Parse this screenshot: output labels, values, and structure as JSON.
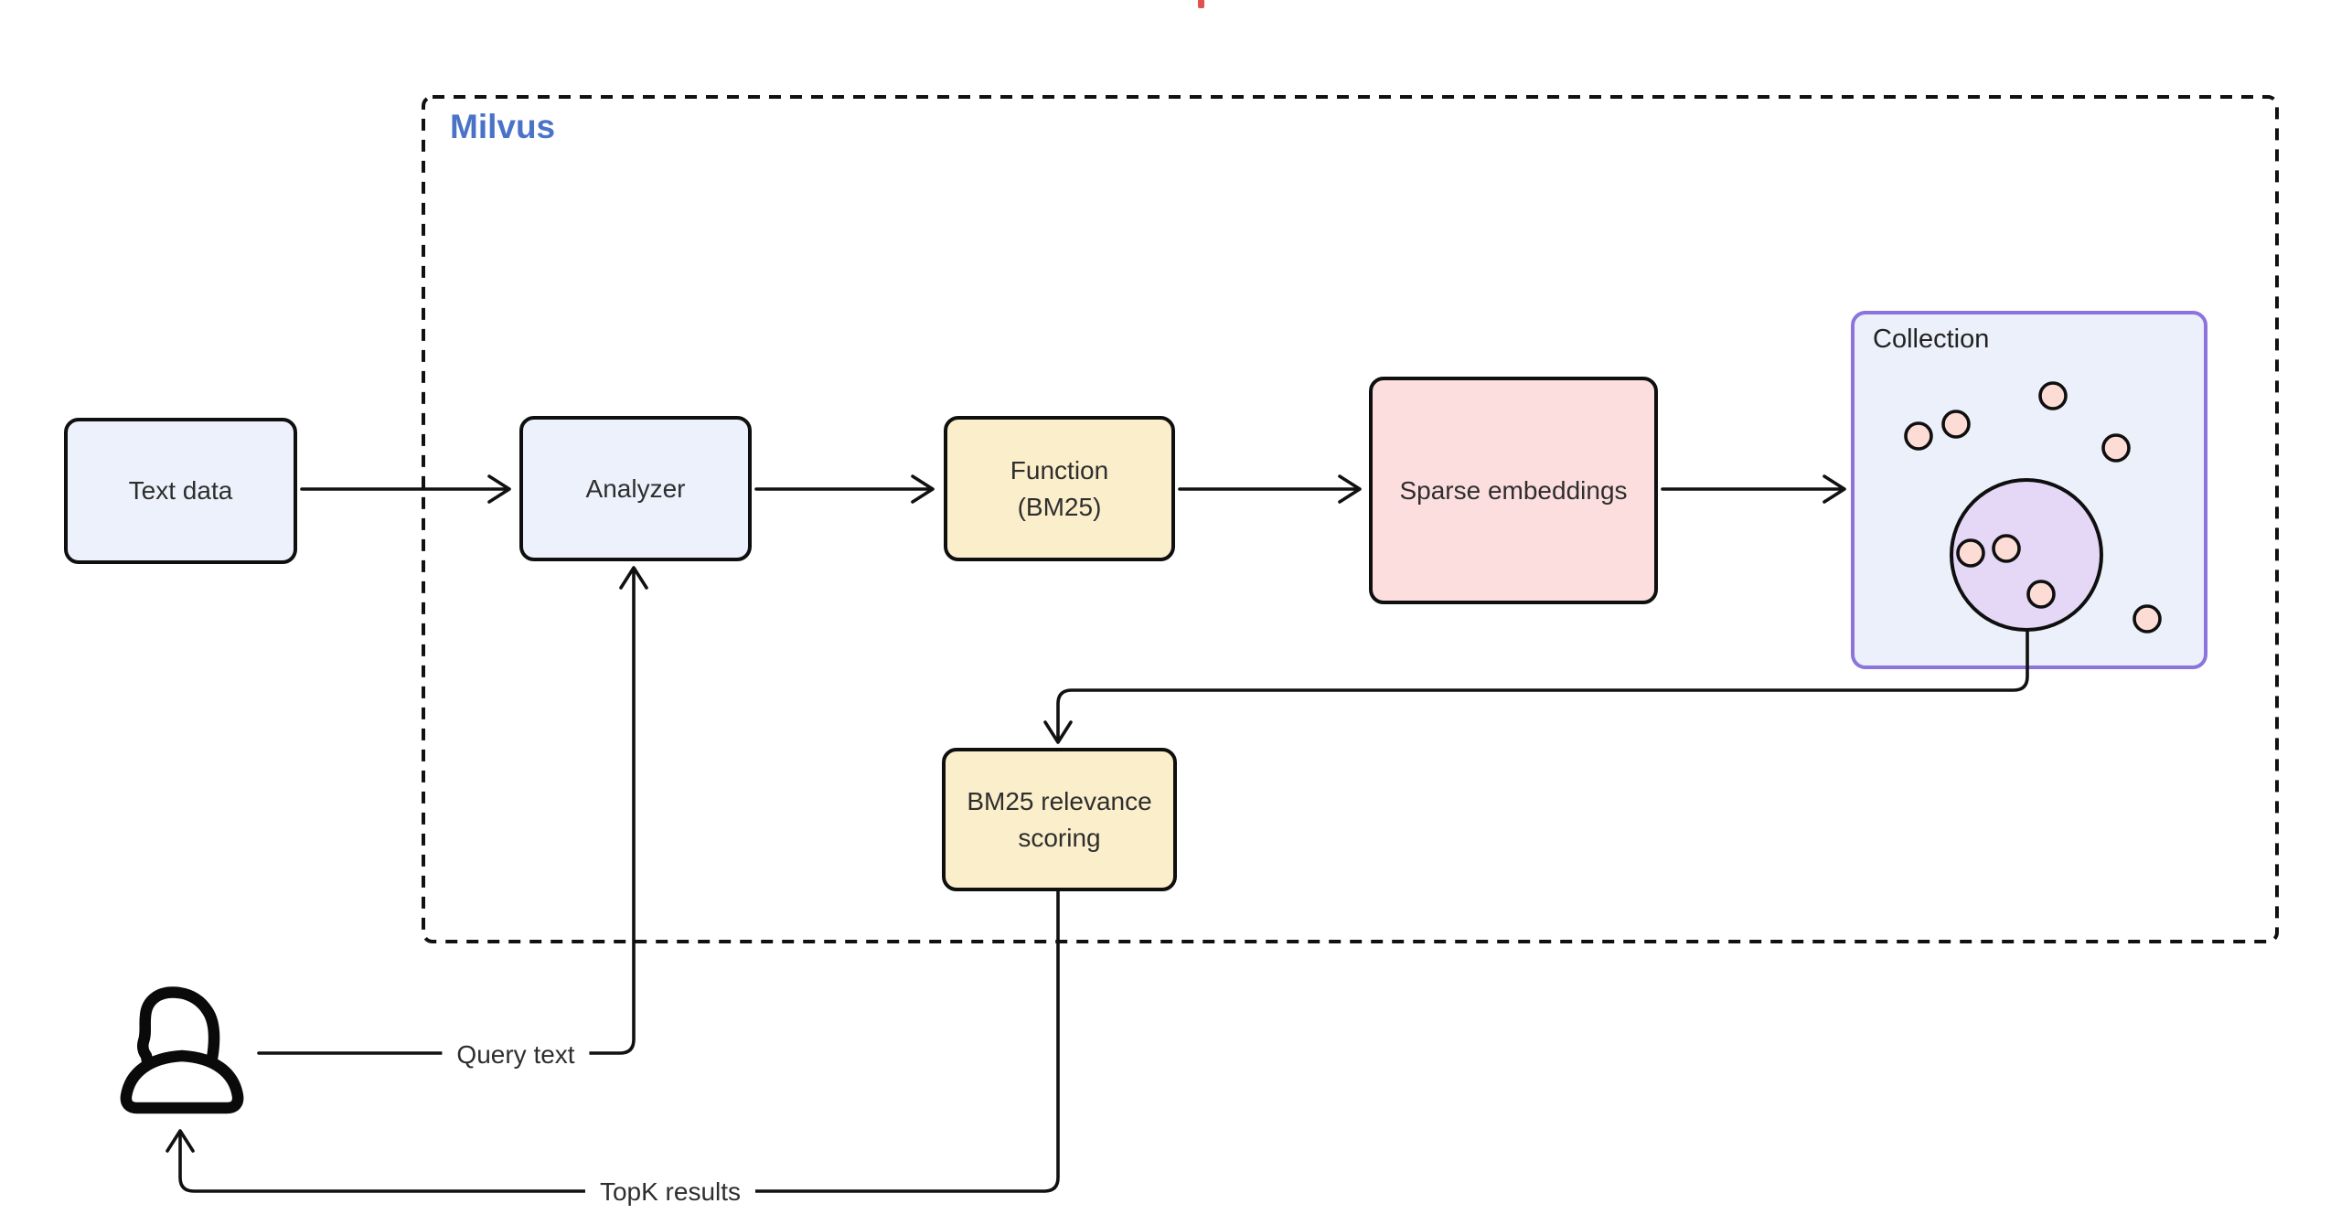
{
  "diagram": {
    "milvus_container_label": "Milvus",
    "collection_label": "Collection",
    "nodes": {
      "text_data": {
        "label": "Text data"
      },
      "analyzer": {
        "label": "Analyzer"
      },
      "function_bm25": {
        "label": "Function (BM25)"
      },
      "sparse_embeddings": {
        "label": "Sparse embeddings"
      },
      "bm25_relevance_scoring": {
        "label": "BM25 relevance scoring"
      }
    },
    "edge_labels": {
      "query_text": "Query text",
      "topk_results": "TopK results"
    },
    "icons": {
      "user": "user-icon"
    },
    "colors": {
      "milvus_label": "#4a73c8",
      "node_blue_fill": "#edf1fb",
      "node_yellow_fill": "#fbeecb",
      "node_pink_fill": "#fcdede",
      "collection_fill": "#ecf0fa",
      "collection_border": "#8d74dd",
      "cluster_circle_fill": "#e4d8f6",
      "entity_dot_fill": "#fcdcd4",
      "line": "#111111",
      "top_marker": "#e0524f"
    }
  }
}
